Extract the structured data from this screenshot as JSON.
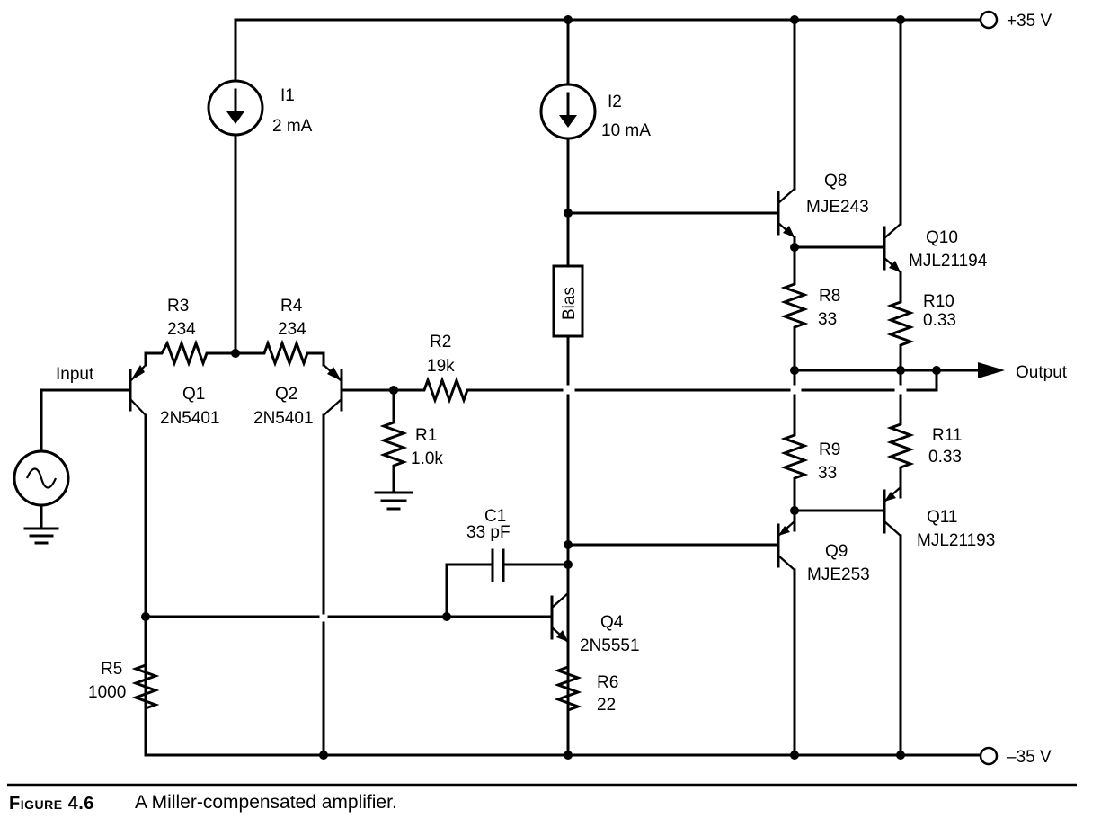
{
  "supply": {
    "positive": "+35 V",
    "negative": "–35 V"
  },
  "signals": {
    "input": "Input",
    "output": "Output"
  },
  "components": {
    "I1": {
      "name": "I1",
      "value": "2 mA"
    },
    "I2": {
      "name": "I2",
      "value": "10 mA"
    },
    "R1": {
      "name": "R1",
      "value": "1.0k"
    },
    "R2": {
      "name": "R2",
      "value": "19k"
    },
    "R3": {
      "name": "R3",
      "value": "234"
    },
    "R4": {
      "name": "R4",
      "value": "234"
    },
    "R5": {
      "name": "R5",
      "value": "1000"
    },
    "R6": {
      "name": "R6",
      "value": "22"
    },
    "R8": {
      "name": "R8",
      "value": "33"
    },
    "R9": {
      "name": "R9",
      "value": "33"
    },
    "R10": {
      "name": "R10",
      "value": "0.33"
    },
    "R11": {
      "name": "R11",
      "value": "0.33"
    },
    "C1": {
      "name": "C1",
      "value": "33 pF"
    },
    "Q1": {
      "name": "Q1",
      "part": "2N5401"
    },
    "Q2": {
      "name": "Q2",
      "part": "2N5401"
    },
    "Q4": {
      "name": "Q4",
      "part": "2N5551"
    },
    "Q8": {
      "name": "Q8",
      "part": "MJE243"
    },
    "Q9": {
      "name": "Q9",
      "part": "MJE253"
    },
    "Q10": {
      "name": "Q10",
      "part": "MJL21194"
    },
    "Q11": {
      "name": "Q11",
      "part": "MJL21193"
    },
    "bias": {
      "name": "Bias"
    }
  },
  "caption": {
    "figure_label": "Figure 4.6",
    "text": "A Miller-compensated amplifier."
  }
}
